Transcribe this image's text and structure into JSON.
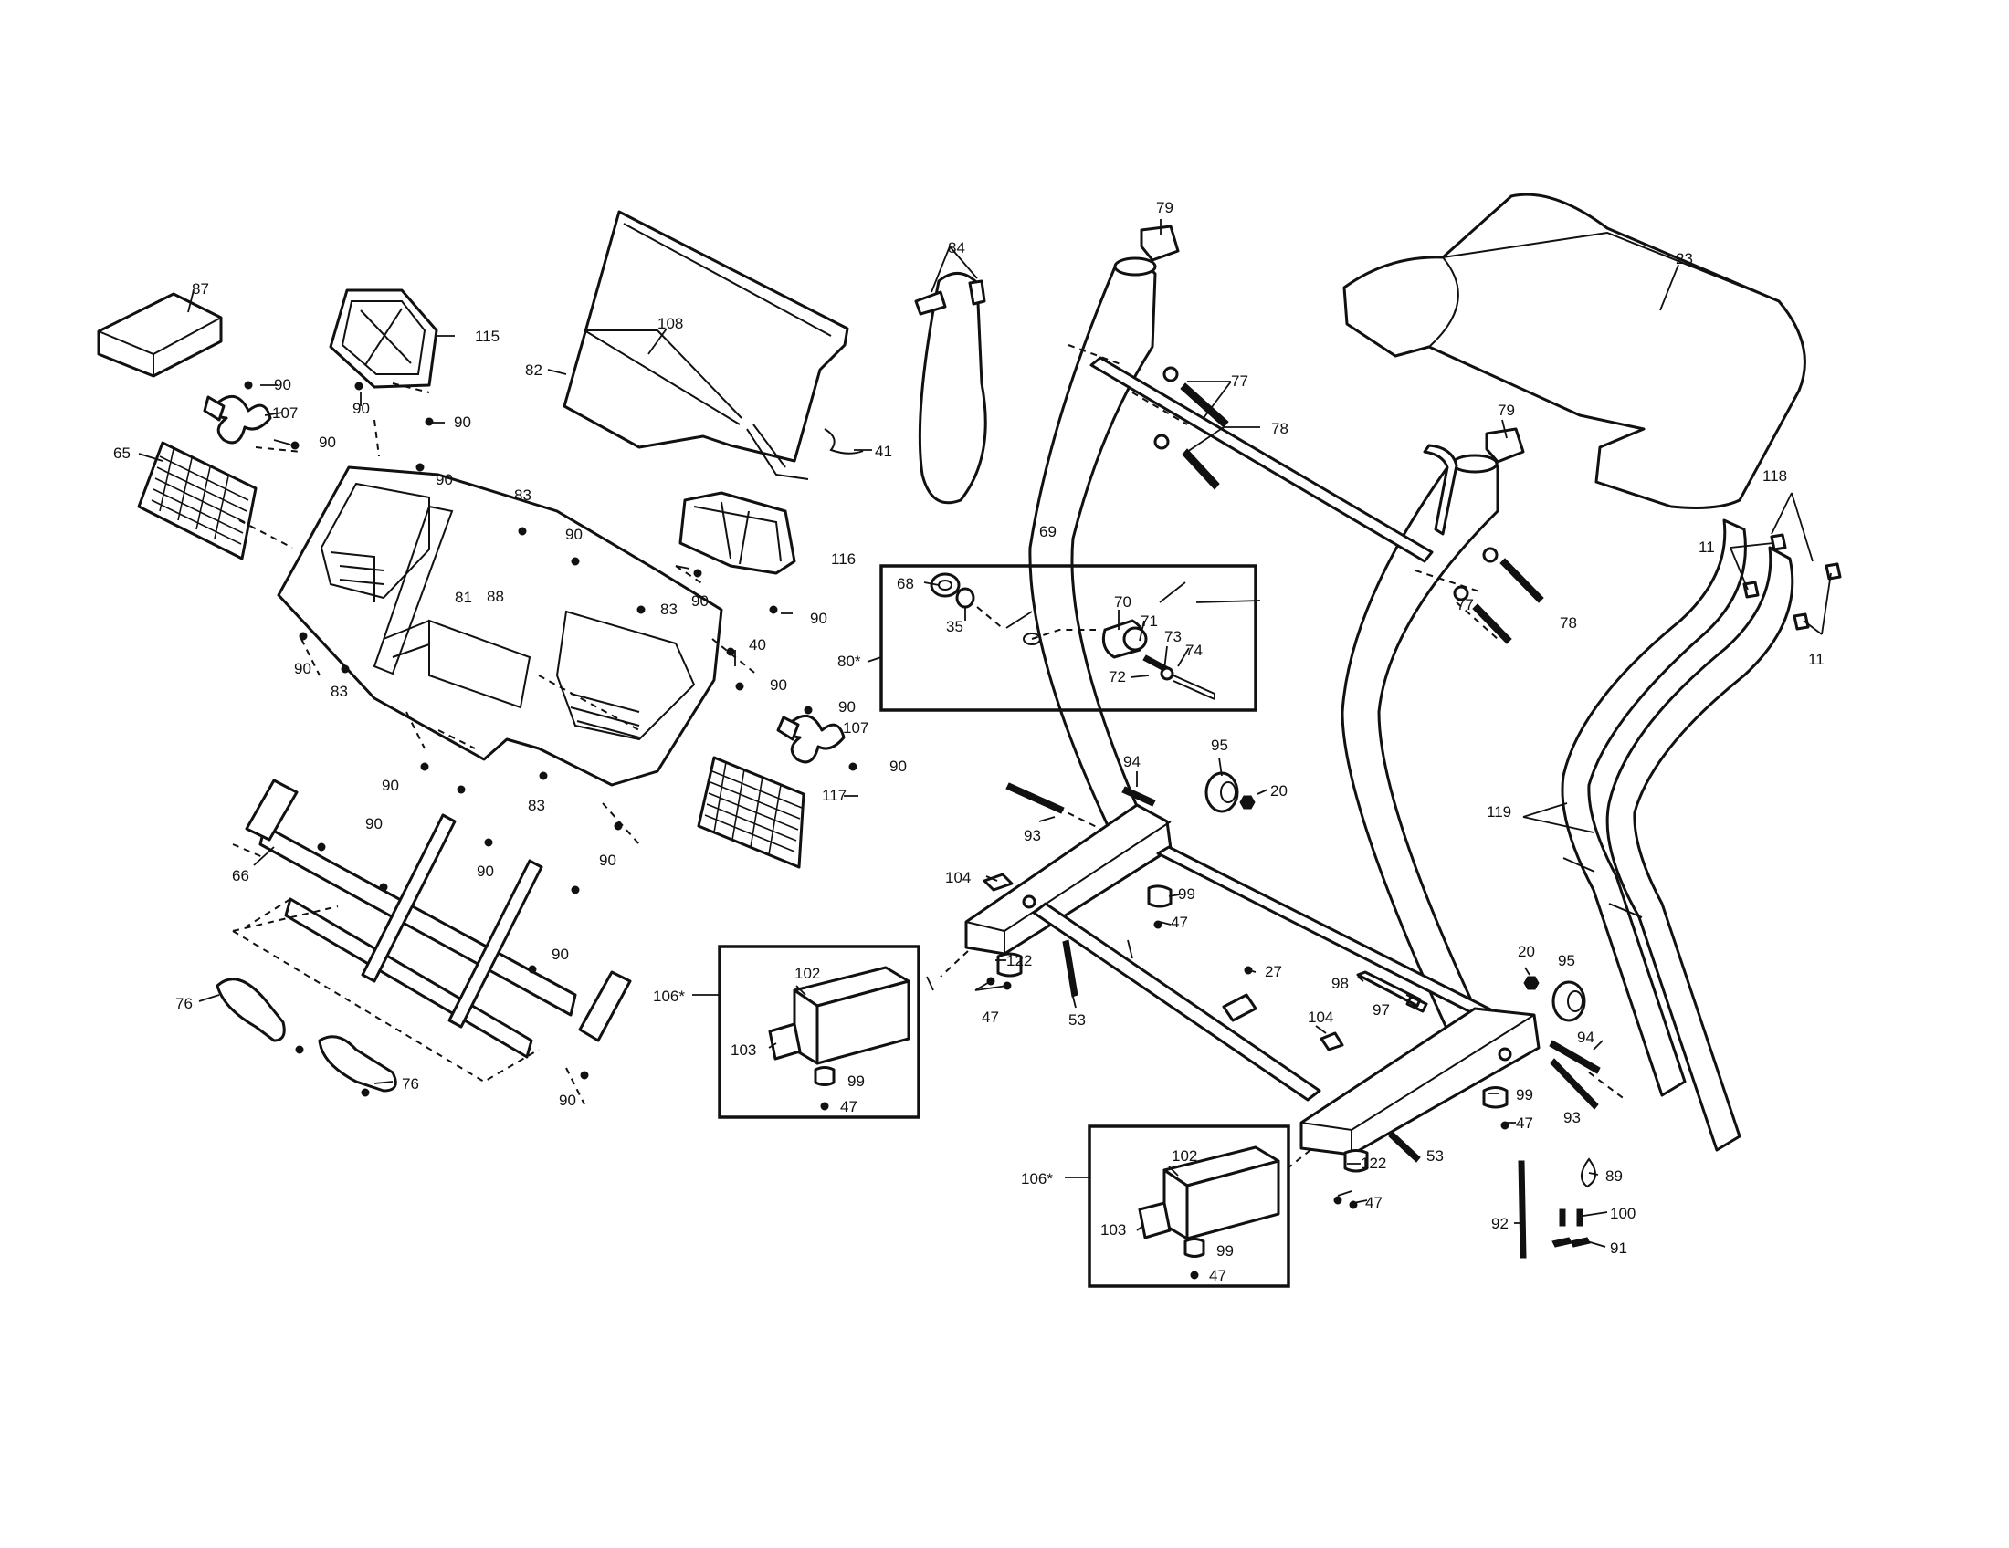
{
  "colors": {
    "line": "#111111",
    "background": "#ffffff"
  },
  "labels": [
    {
      "key": "p87",
      "text": "87"
    },
    {
      "key": "p115",
      "text": "115"
    },
    {
      "key": "p108",
      "text": "108"
    },
    {
      "key": "p82",
      "text": "82"
    },
    {
      "key": "p84",
      "text": "84"
    },
    {
      "key": "p79a",
      "text": "79"
    },
    {
      "key": "p79b",
      "text": "79"
    },
    {
      "key": "p23",
      "text": "23"
    },
    {
      "key": "p90a",
      "text": "90"
    },
    {
      "key": "p90b",
      "text": "90"
    },
    {
      "key": "p90c",
      "text": "90"
    },
    {
      "key": "p90d",
      "text": "90"
    },
    {
      "key": "p90e",
      "text": "90"
    },
    {
      "key": "p90f",
      "text": "90"
    },
    {
      "key": "p90g",
      "text": "90"
    },
    {
      "key": "p90h",
      "text": "90"
    },
    {
      "key": "p90i",
      "text": "90"
    },
    {
      "key": "p90j",
      "text": "90"
    },
    {
      "key": "p90k",
      "text": "90"
    },
    {
      "key": "p90l",
      "text": "90"
    },
    {
      "key": "p90m",
      "text": "90"
    },
    {
      "key": "p90n",
      "text": "90"
    },
    {
      "key": "p90o",
      "text": "90"
    },
    {
      "key": "p90p",
      "text": "90"
    },
    {
      "key": "p90q",
      "text": "90"
    },
    {
      "key": "p90r",
      "text": "90"
    },
    {
      "key": "p107a",
      "text": "107"
    },
    {
      "key": "p107b",
      "text": "107"
    },
    {
      "key": "p65",
      "text": "65"
    },
    {
      "key": "p41",
      "text": "41"
    },
    {
      "key": "p77a",
      "text": "77"
    },
    {
      "key": "p77b",
      "text": "77"
    },
    {
      "key": "p78a",
      "text": "78"
    },
    {
      "key": "p78b",
      "text": "78"
    },
    {
      "key": "p83a",
      "text": "83"
    },
    {
      "key": "p83b",
      "text": "83"
    },
    {
      "key": "p83c",
      "text": "83"
    },
    {
      "key": "p83d",
      "text": "83"
    },
    {
      "key": "p81",
      "text": "81"
    },
    {
      "key": "p88",
      "text": "88"
    },
    {
      "key": "p116",
      "text": "116"
    },
    {
      "key": "p69",
      "text": "69"
    },
    {
      "key": "p68",
      "text": "68"
    },
    {
      "key": "p35",
      "text": "35"
    },
    {
      "key": "p70",
      "text": "70"
    },
    {
      "key": "p71",
      "text": "71"
    },
    {
      "key": "p73",
      "text": "73"
    },
    {
      "key": "p74",
      "text": "74"
    },
    {
      "key": "p72",
      "text": "72"
    },
    {
      "key": "p80",
      "text": "80*"
    },
    {
      "key": "p40",
      "text": "40"
    },
    {
      "key": "p118",
      "text": "118"
    },
    {
      "key": "p11a",
      "text": "11"
    },
    {
      "key": "p11b",
      "text": "11"
    },
    {
      "key": "p94a",
      "text": "94"
    },
    {
      "key": "p94b",
      "text": "94"
    },
    {
      "key": "p95a",
      "text": "95"
    },
    {
      "key": "p95b",
      "text": "95"
    },
    {
      "key": "p20a",
      "text": "20"
    },
    {
      "key": "p20b",
      "text": "20"
    },
    {
      "key": "p117",
      "text": "117"
    },
    {
      "key": "p119",
      "text": "119"
    },
    {
      "key": "p93a",
      "text": "93"
    },
    {
      "key": "p93b",
      "text": "93"
    },
    {
      "key": "p66",
      "text": "66"
    },
    {
      "key": "p104a",
      "text": "104"
    },
    {
      "key": "p104b",
      "text": "104"
    },
    {
      "key": "p99a",
      "text": "99"
    },
    {
      "key": "p99b",
      "text": "99"
    },
    {
      "key": "p99c",
      "text": "99"
    },
    {
      "key": "p99d",
      "text": "99"
    },
    {
      "key": "p47a",
      "text": "47"
    },
    {
      "key": "p47b",
      "text": "47"
    },
    {
      "key": "p47c",
      "text": "47"
    },
    {
      "key": "p47d",
      "text": "47"
    },
    {
      "key": "p47e",
      "text": "47"
    },
    {
      "key": "p47f",
      "text": "47"
    },
    {
      "key": "p102a",
      "text": "102"
    },
    {
      "key": "p102b",
      "text": "102"
    },
    {
      "key": "p106a",
      "text": "106*"
    },
    {
      "key": "p106b",
      "text": "106*"
    },
    {
      "key": "p122a",
      "text": "122"
    },
    {
      "key": "p122b",
      "text": "122"
    },
    {
      "key": "p27",
      "text": "27"
    },
    {
      "key": "p98",
      "text": "98"
    },
    {
      "key": "p97",
      "text": "97"
    },
    {
      "key": "p76a",
      "text": "76"
    },
    {
      "key": "p76b",
      "text": "76"
    },
    {
      "key": "p103a",
      "text": "103"
    },
    {
      "key": "p103b",
      "text": "103"
    },
    {
      "key": "p53a",
      "text": "53"
    },
    {
      "key": "p53b",
      "text": "53"
    },
    {
      "key": "p89",
      "text": "89"
    },
    {
      "key": "p92",
      "text": "92"
    },
    {
      "key": "p100",
      "text": "100"
    },
    {
      "key": "p91",
      "text": "91"
    }
  ]
}
